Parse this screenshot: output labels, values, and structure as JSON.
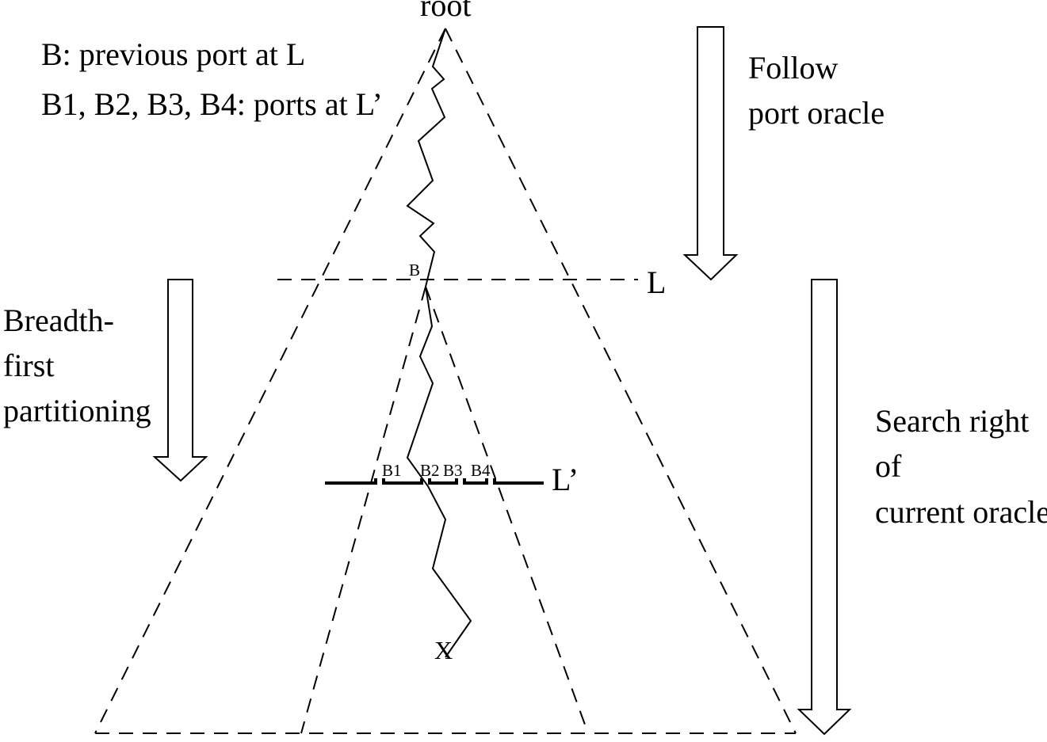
{
  "labels": {
    "root": "root",
    "legend_line1": "B: previous port at L",
    "legend_line2": "B1, B2, B3, B4: ports at L’",
    "follow_line1": "Follow",
    "follow_line2": "port oracle",
    "level_L": "L",
    "level_L_prime": "L’",
    "port_B": "B",
    "port_B1": "B1",
    "port_B2": "B2",
    "port_B3": "B3",
    "port_B4": "B4",
    "target_X": "X",
    "bfs_line1": "Breadth-",
    "bfs_line2": "first",
    "bfs_line3": "partitioning",
    "search_line1": "Search right",
    "search_line2": "of",
    "search_line3": "current oracle"
  }
}
